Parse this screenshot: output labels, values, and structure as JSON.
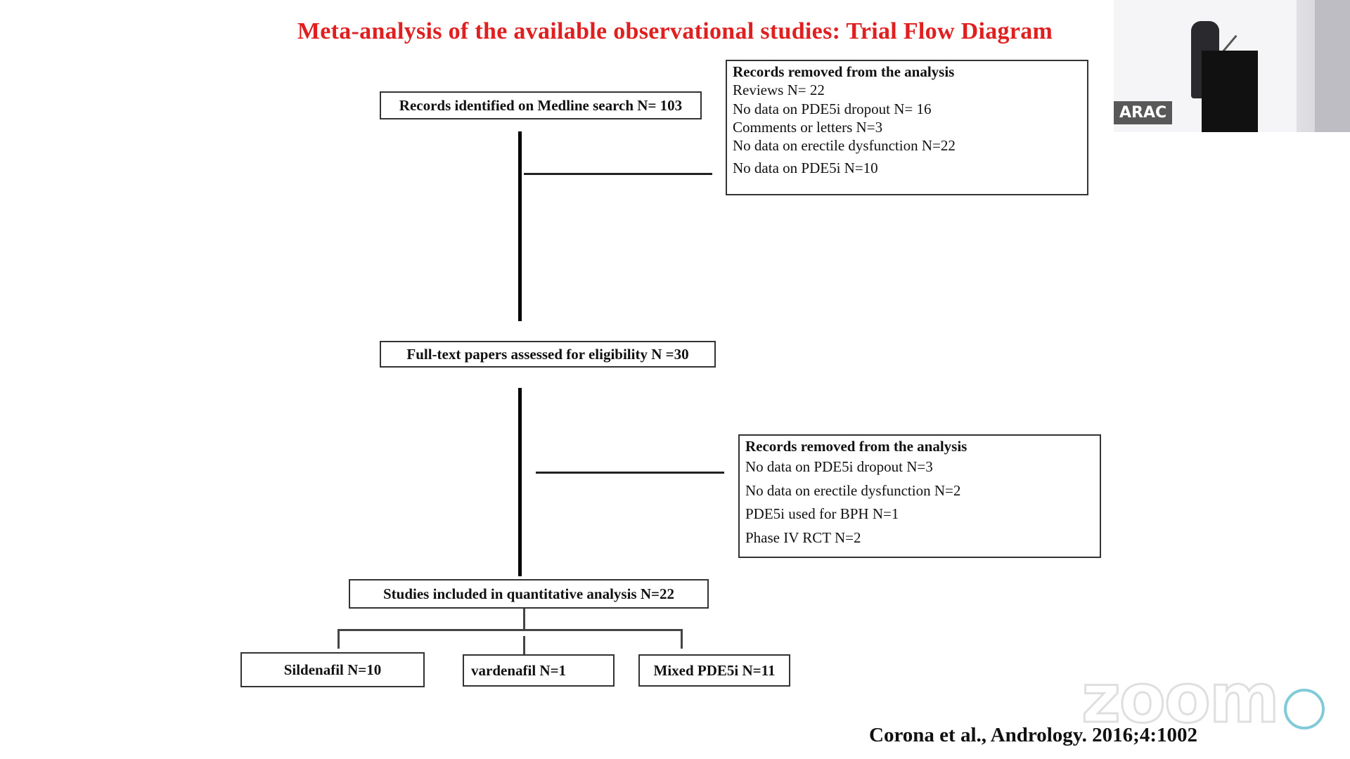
{
  "slide": {
    "title": "Meta-analysis of the available observational studies: Trial Flow Diagram",
    "citation": "Corona et al., Andrology. 2016;4:1002"
  },
  "flow": {
    "records_identified": "Records identified on Medline search N= 103",
    "removed_1": {
      "heading": "Records removed from the analysis",
      "items": [
        "Reviews N= 22",
        "No data on PDE5i dropout N= 16",
        "Comments or letters N=3",
        "No data on erectile dysfunction N=22",
        "No data on PDE5i N=10"
      ]
    },
    "full_text": "Full-text papers assessed for eligibility N =30",
    "removed_2": {
      "heading": "Records removed from the analysis",
      "items": [
        "No data on PDE5i dropout N=3",
        "No data on erectile dysfunction N=2",
        "PDE5i used for BPH N=1",
        "Phase IV RCT N=2"
      ]
    },
    "included": "Studies included in quantitative analysis N=22",
    "subgroups": [
      "Sildenafil N=10",
      "vardenafil N=1",
      "Mixed PDE5i N=11"
    ]
  },
  "webcam": {
    "label": "ARAC"
  },
  "overlay": {
    "logo_text": "zoom"
  },
  "colors": {
    "title": "#e02020"
  }
}
